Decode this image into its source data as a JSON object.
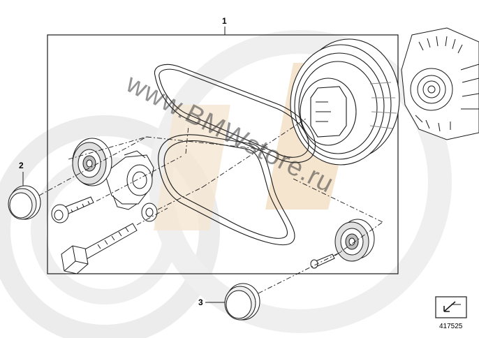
{
  "diagram": {
    "callouts": [
      {
        "id": "1",
        "label": "1"
      },
      {
        "id": "2",
        "label": "2"
      },
      {
        "id": "3",
        "label": "3"
      }
    ],
    "image_number": "417525",
    "watermark": "www.BMWstore.ru"
  },
  "colors": {
    "line": "#1a1a1a",
    "watermark_ring": "#e6e6e6",
    "watermark_accent": "#f3e0c6",
    "part_fill": "#ffffff",
    "shade": "#bdbdbd"
  },
  "icons": {
    "nav_arrow": "arrow-box-icon"
  }
}
